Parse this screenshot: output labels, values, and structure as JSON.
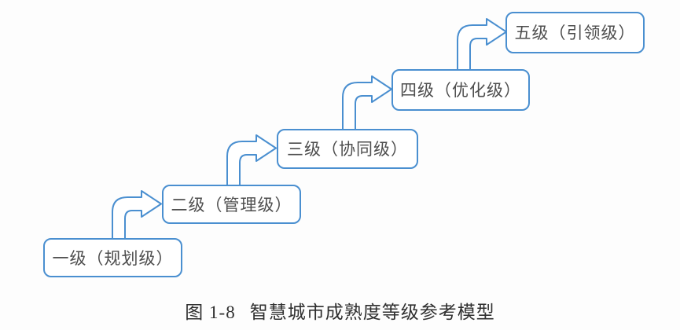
{
  "figure": {
    "caption_label": "图 1-8",
    "caption_title": "智慧城市成熟度等级参考模型"
  },
  "diagram": {
    "type": "staircase-maturity-model",
    "levels": [
      {
        "label": "一级（规划级）"
      },
      {
        "label": "二级（管理级）"
      },
      {
        "label": "三级（协同级）"
      },
      {
        "label": "四级（优化级）"
      },
      {
        "label": "五级（引领级）"
      }
    ],
    "colors": {
      "box_border": "#4a8fd0",
      "arrow": "#4a8fd0",
      "box_text": "#4e4e4e",
      "caption_text": "#2f2f2f",
      "background": "#fdfdfd"
    }
  }
}
